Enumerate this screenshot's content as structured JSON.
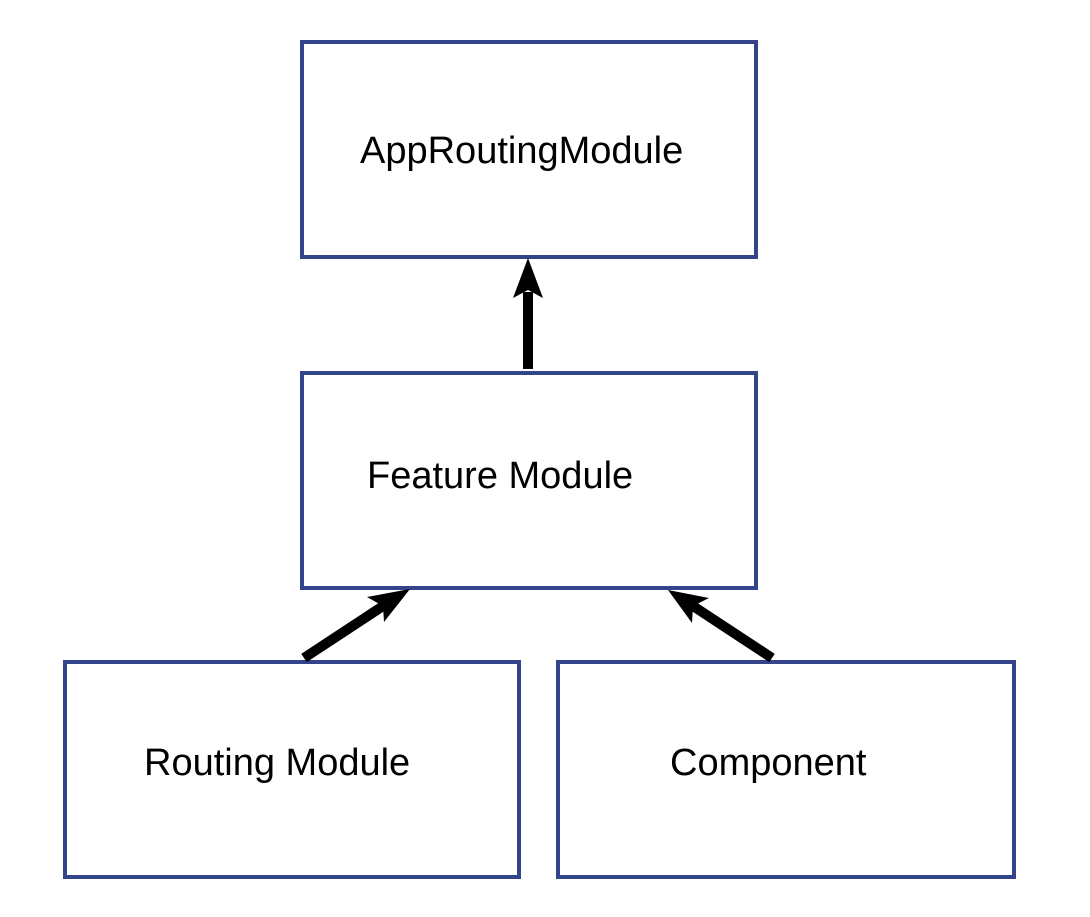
{
  "nodes": {
    "app_routing_module": {
      "label": "AppRoutingModule"
    },
    "feature_module": {
      "label": "Feature Module"
    },
    "routing_module": {
      "label": "Routing Module"
    },
    "component": {
      "label": "Component"
    }
  },
  "edges": [
    {
      "from": "feature_module",
      "to": "app_routing_module"
    },
    {
      "from": "routing_module",
      "to": "feature_module"
    },
    {
      "from": "component",
      "to": "feature_module"
    }
  ],
  "colors": {
    "box_border": "#34448a",
    "arrow": "#000000",
    "text": "#000000"
  }
}
